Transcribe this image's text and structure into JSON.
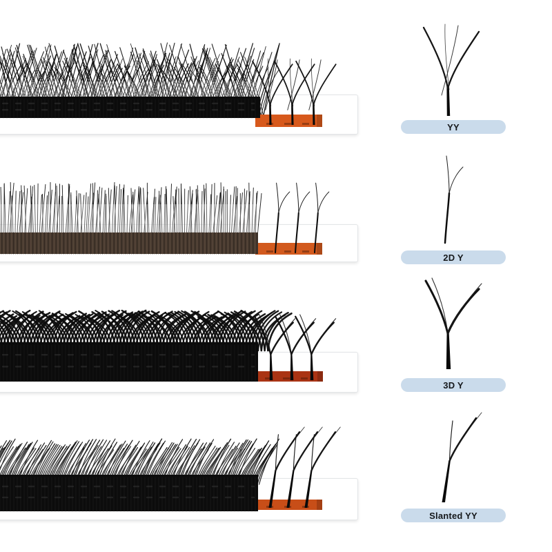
{
  "rows": [
    {
      "label": "YY",
      "fan_type": "yy",
      "strip_pattern": "crisscross",
      "tape_color": "#d7591c",
      "band_color": "#0b0b0b"
    },
    {
      "label": "2D Y",
      "fan_type": "2d-y",
      "strip_pattern": "vertical",
      "tape_color": "#d25a1e",
      "band_color": "#493b30"
    },
    {
      "label": "3D Y",
      "fan_type": "3d-y",
      "strip_pattern": "arcs",
      "tape_color": "#aa3414",
      "band_color": "#0b0b0b"
    },
    {
      "label": "Slanted YY",
      "fan_type": "slanted-yy",
      "strip_pattern": "slanted",
      "tape_color": "#c84e18",
      "band_color": "#0c0c0c"
    }
  ],
  "label_pill": {
    "background": "#cadbeb",
    "text_color": "#15181b"
  },
  "lash_color": "#121212",
  "background_color": "#ffffff"
}
